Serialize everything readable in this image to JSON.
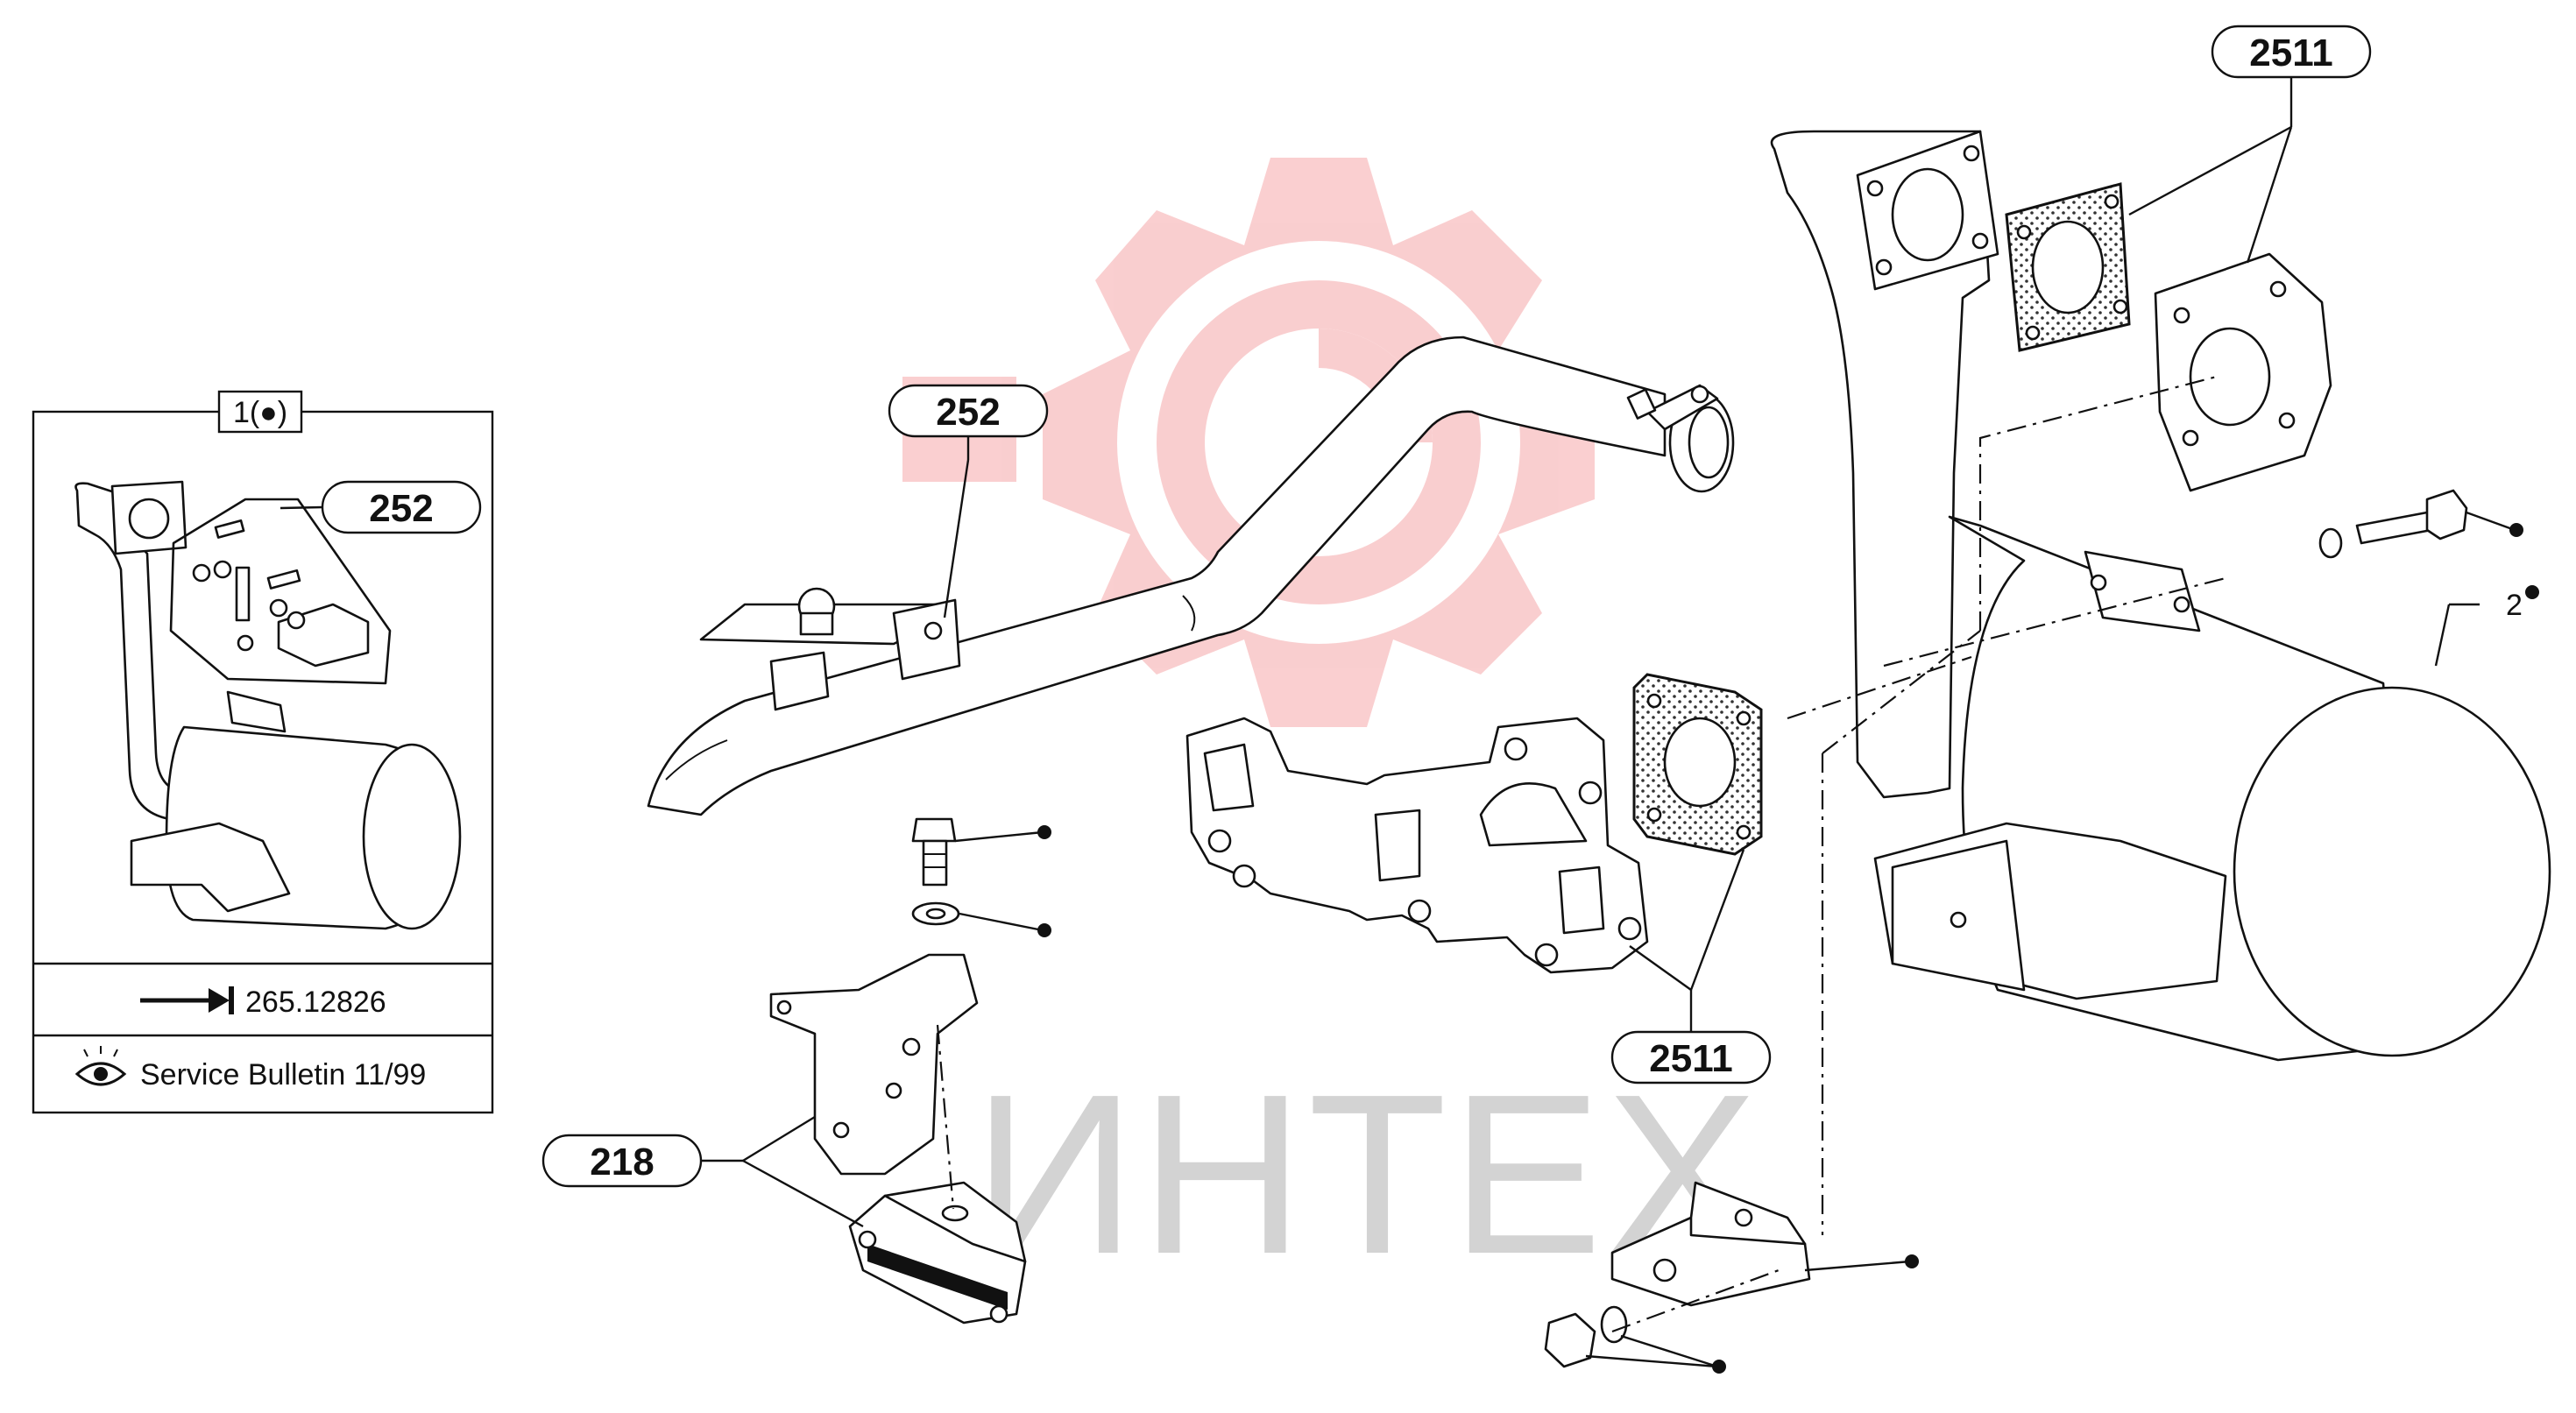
{
  "watermark": {
    "text": "ИНТЕХ",
    "color_red": "#e8262a",
    "color_gray": "#b0b0b0"
  },
  "labels": {
    "pipe_upper": "252",
    "inset_kit": "252",
    "flange_top": "2511",
    "manifold": "2511",
    "bracket": "218",
    "muffler": "2"
  },
  "inset": {
    "tag": "1(●)",
    "reference": "265.12826",
    "bulletin": "Service Bulletin 11/99"
  },
  "colors": {
    "line": "#111111",
    "background": "#ffffff"
  }
}
